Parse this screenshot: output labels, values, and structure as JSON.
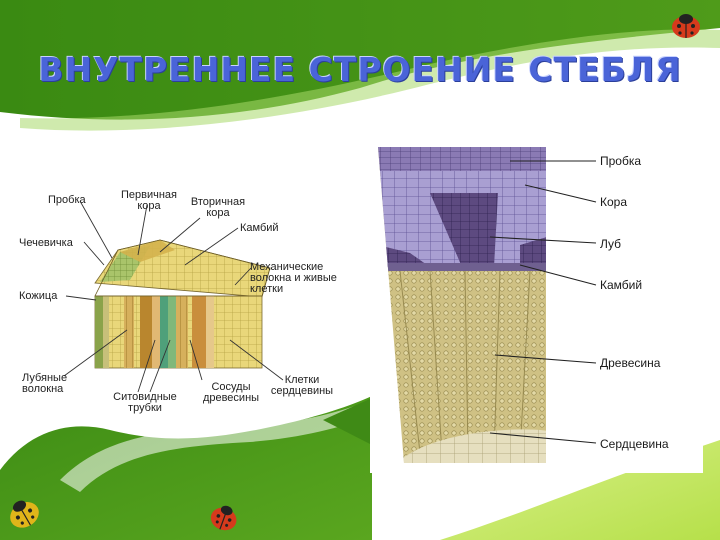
{
  "title": "ВНУТРЕННЕЕ СТРОЕНИЕ СТЕБЛЯ",
  "left_diagram": {
    "labels": {
      "probka": "Пробка",
      "pervichnaya_kora": "Первичная кора",
      "vtorichnaya_kora": "Вторичная кора",
      "chechevichka": "Чечевичка",
      "kambiy": "Камбий",
      "mekhanicheskie": "Механические волокна и живые клетки",
      "kozhitsa": "Кожица",
      "lubyanye": "Лубяные волокна",
      "sitovidnye": "Ситовидные трубки",
      "sosudy": "Сосуды древесины",
      "kletki": "Клетки сердцевины"
    }
  },
  "right_diagram": {
    "labels": {
      "probka": "Пробка",
      "kora": "Кора",
      "lub": "Луб",
      "kambiy": "Камбий",
      "drevesina": "Древесина",
      "serdtsevina": "Сердцевина"
    }
  },
  "colors": {
    "green_dark": "#3f8a16",
    "green_light": "#8fd22a",
    "title": "#4a64d8",
    "ladybug": "#d63a1c"
  },
  "icons": [
    "ladybug-icon",
    "ladybug-icon",
    "ladybug-icon"
  ]
}
